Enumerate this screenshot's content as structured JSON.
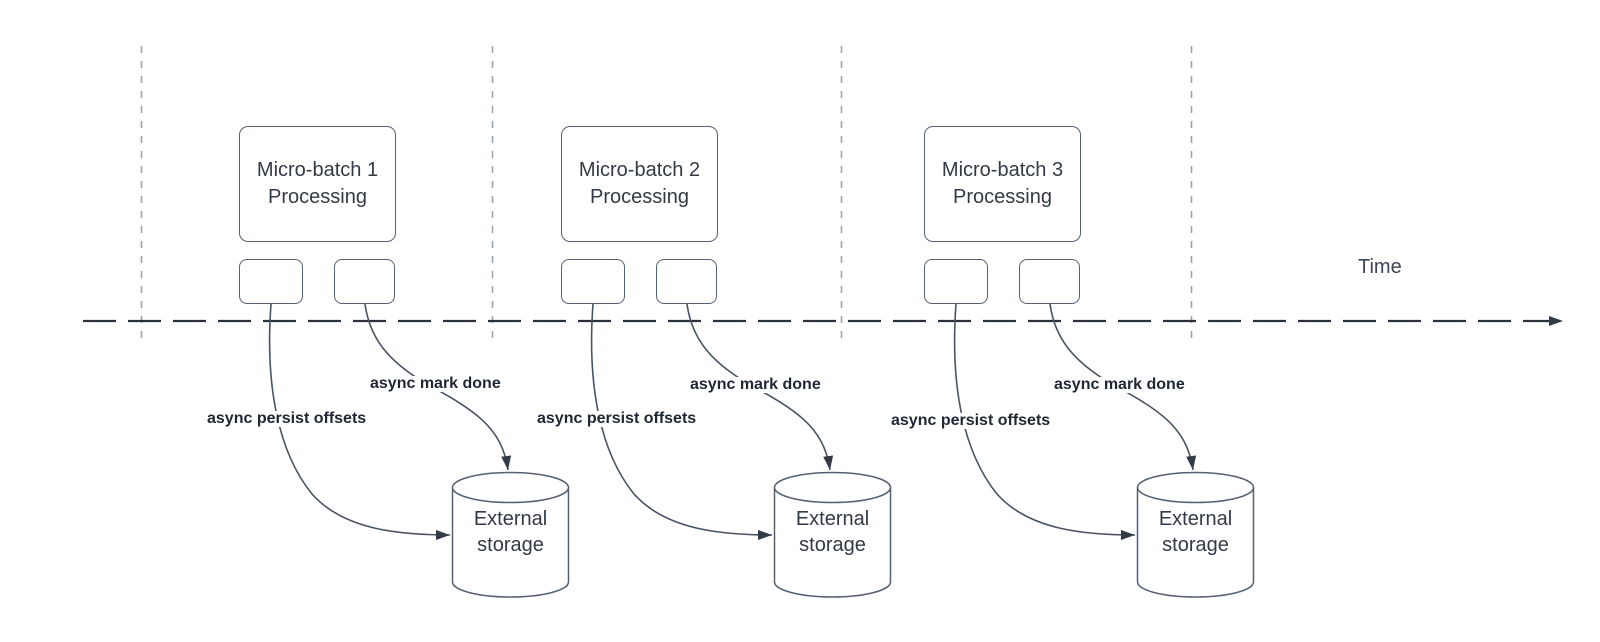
{
  "diagram": {
    "time_axis_label": "Time",
    "groups": [
      {
        "title": "Micro-batch 1\nProcessing",
        "persist_label": "async persist offsets",
        "mark_label": "async mark done",
        "storage_label": "External\nstorage"
      },
      {
        "title": "Micro-batch 2\nProcessing",
        "persist_label": "async persist offsets",
        "mark_label": "async mark done",
        "storage_label": "External\nstorage"
      },
      {
        "title": "Micro-batch 3\nProcessing",
        "persist_label": "async persist offsets",
        "mark_label": "async mark done",
        "storage_label": "External\nstorage"
      }
    ],
    "colors": {
      "shape_stroke": "#556070",
      "connector_stroke": "#4a5361",
      "arrowhead": "#323a46",
      "gridline": "#9da3aa",
      "time_axis": "#2b313b",
      "shape_text": "#333a45",
      "connector_label_text": "#1f2733"
    }
  }
}
